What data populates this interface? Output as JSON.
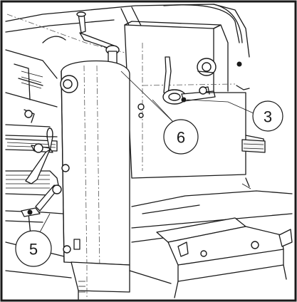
{
  "diagram": {
    "callouts": [
      {
        "id": "callout-3",
        "label": "3"
      },
      {
        "id": "callout-5",
        "label": "5"
      },
      {
        "id": "callout-6",
        "label": "6"
      }
    ]
  }
}
